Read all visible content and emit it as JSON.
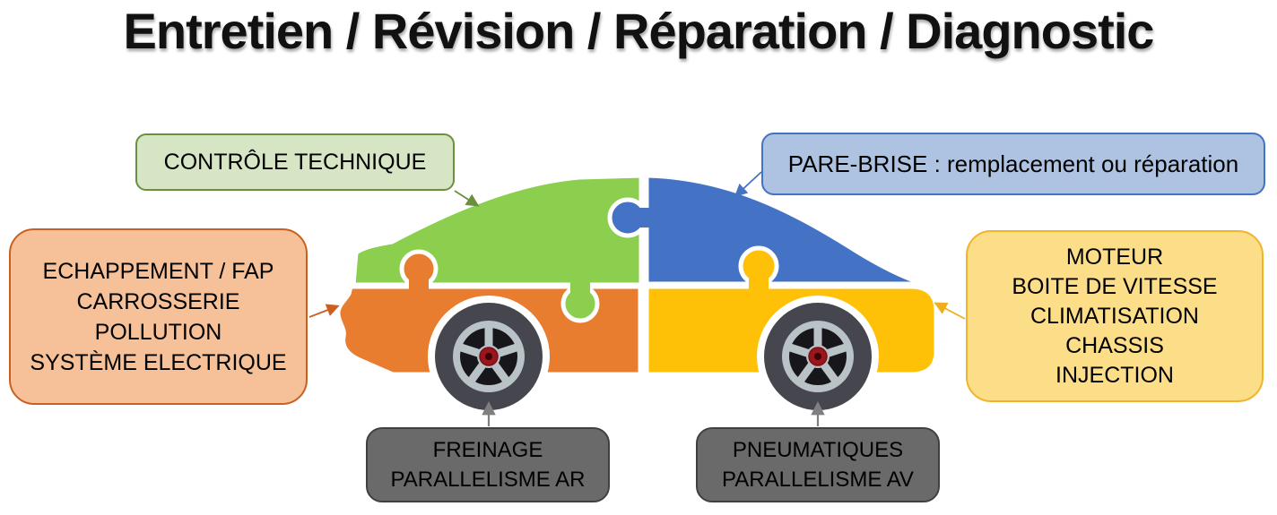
{
  "title": "Entretien / Révision / Réparation / Diagnostic",
  "boxes": {
    "controle_technique": {
      "label": "CONTRÔLE TECHNIQUE",
      "fill": "#D6E6C5",
      "border": "#6A8F3E"
    },
    "pare_brise": {
      "label": "PARE-BRISE : remplacement ou réparation",
      "fill": "#AEC3E2",
      "border": "#4472C4"
    },
    "echappement": {
      "lines": [
        "ECHAPPEMENT / FAP",
        "CARROSSERIE",
        "POLLUTION",
        "SYSTÈME ELECTRIQUE"
      ],
      "fill": "#F6C198",
      "border": "#CC5F1F"
    },
    "moteur": {
      "lines": [
        "MOTEUR",
        "BOITE DE VITESSE",
        "CLIMATISATION",
        "CHASSIS",
        "INJECTION"
      ],
      "fill": "#FCDD88",
      "border": "#F2B32C"
    },
    "freinage": {
      "lines": [
        "FREINAGE",
        "PARALLELISME AR"
      ],
      "fill": "#6A6A6A",
      "border": "#404040"
    },
    "pneumatiques": {
      "lines": [
        "PNEUMATIQUES",
        "PARALLELISME AV"
      ],
      "fill": "#6A6A6A",
      "border": "#404040"
    }
  },
  "car": {
    "pieces": [
      {
        "name": "roof-front-puzzle-piece",
        "color": "#8CCE4E",
        "linked_label": "CONTRÔLE TECHNIQUE"
      },
      {
        "name": "roof-rear-puzzle-piece",
        "color": "#4472C4",
        "linked_label": "PARE-BRISE : remplacement ou réparation"
      },
      {
        "name": "body-front-puzzle-piece",
        "color": "#E87D30",
        "linked_label": "ECHAPPEMENT / FAP CARROSSERIE POLLUTION SYSTÈME ELECTRIQUE"
      },
      {
        "name": "body-rear-puzzle-piece",
        "color": "#FFC107",
        "linked_label": "MOTEUR BOITE DE VITESSE CLIMATISATION CHASSIS INJECTION"
      }
    ],
    "wheels": {
      "front_linked_label": "FREINAGE PARALLELISME AR",
      "rear_linked_label": "PNEUMATIQUES PARALLELISME AV",
      "tire_color": "#45464E",
      "rim_color": "#B9C2C6",
      "rim_inner_color": "#17171B",
      "hub_color": "#9A151C"
    }
  },
  "arrows": {
    "green": "#6A8F3E",
    "blue": "#4472C4",
    "orange": "#CC5F1F",
    "yellow": "#EFAE1C",
    "gray": "#7F7F7F"
  }
}
